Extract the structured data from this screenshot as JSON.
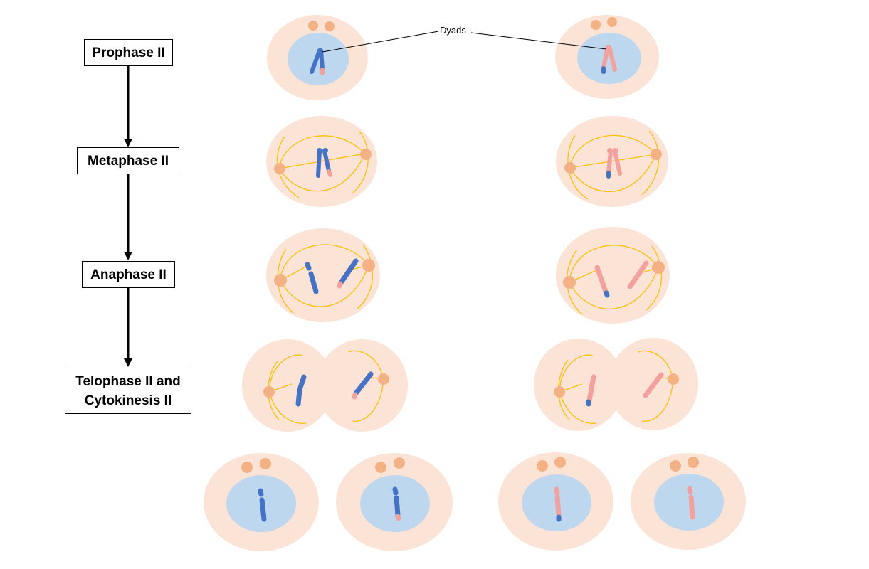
{
  "diagram": {
    "stages": [
      {
        "id": "prophase",
        "label": "Prophase II"
      },
      {
        "id": "metaphase",
        "label": "Metaphase II"
      },
      {
        "id": "anaphase",
        "label": "Anaphase II"
      },
      {
        "id": "telophase",
        "label": "Telophase II and\nCytokinesis II"
      }
    ],
    "annotation": "Dyads",
    "colors": {
      "cell": "#fbe3d6",
      "nucleus": "#bdd7ee",
      "centrosome": "#f4b183",
      "spindle": "#ffc000",
      "chromosome_blue": "#4472c4",
      "chromosome_pink": "#f4a09c",
      "arrow": "#000000"
    }
  }
}
